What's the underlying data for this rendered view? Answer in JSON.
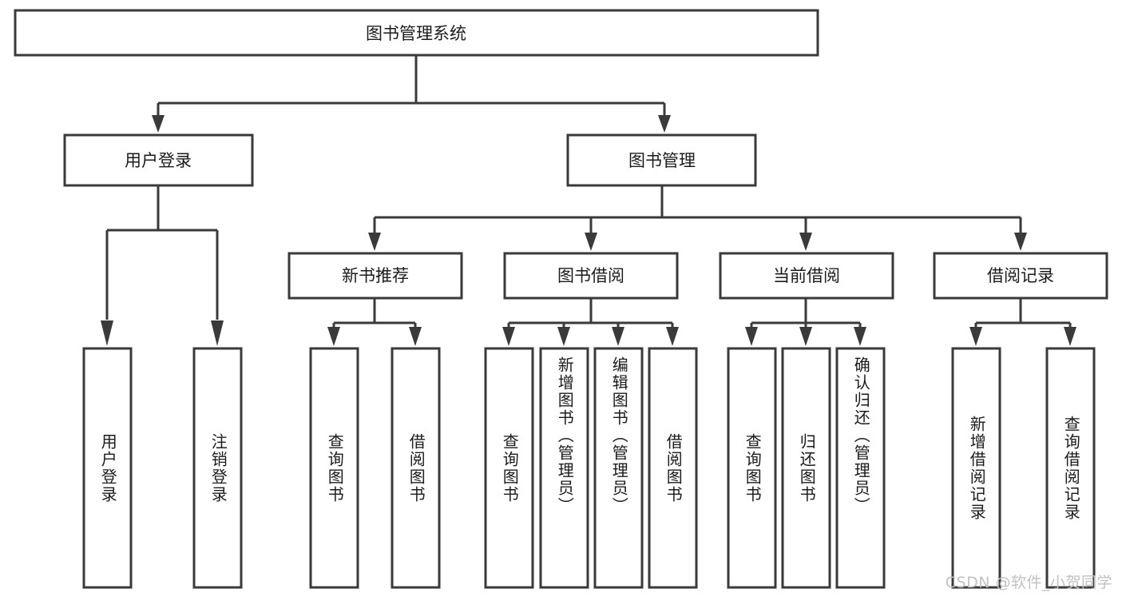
{
  "diagram": {
    "title": "图书管理系统",
    "watermark": "CSDN @软件_小贺同学",
    "colors": {
      "stroke": "#3a3a3a",
      "fill": "#ffffff",
      "text": "#1b1b1b",
      "watermark": "#c2c2c2",
      "background": "#ffffff"
    },
    "root": {
      "label": "图书管理系统"
    },
    "level2": [
      {
        "label": "用户登录"
      },
      {
        "label": "图书管理"
      }
    ],
    "level3": [
      {
        "label": "新书推荐"
      },
      {
        "label": "图书借阅"
      },
      {
        "label": "当前借阅"
      },
      {
        "label": "借阅记录"
      }
    ],
    "leaves": {
      "user_login": [
        {
          "label": "用户登录"
        },
        {
          "label": "注销登录"
        }
      ],
      "new_book_recommend": [
        {
          "label": "查询图书"
        },
        {
          "label": "借阅图书"
        }
      ],
      "book_borrow": [
        {
          "label": "查询图书"
        },
        {
          "label": "新增图书（管理员）"
        },
        {
          "label": "编辑图书（管理员）"
        },
        {
          "label": "借阅图书"
        }
      ],
      "current_borrow": [
        {
          "label": "查询图书"
        },
        {
          "label": "归还图书"
        },
        {
          "label": "确认归还（管理员）"
        }
      ],
      "borrow_record": [
        {
          "label": "新增借阅记录"
        },
        {
          "label": "查询借阅记录"
        }
      ]
    }
  }
}
